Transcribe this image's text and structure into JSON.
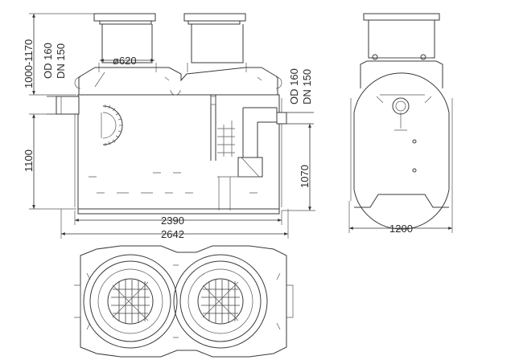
{
  "drawing": {
    "side_view": {
      "dim_neck_height": "1000-1170",
      "dim_inlet_od": "OD 160",
      "dim_inlet_dn": "DN 150",
      "dim_inlet_height": "1100",
      "dim_opening_diameter": "ø620",
      "dim_inner_length": "2390",
      "dim_total_length": "2642",
      "dim_outlet_od": "OD 160",
      "dim_outlet_dn": "DN 150",
      "dim_outlet_height": "1070"
    },
    "end_view": {
      "dim_width": "1200"
    },
    "colors": {
      "line": "#3a3a3a",
      "background": "#ffffff"
    }
  }
}
